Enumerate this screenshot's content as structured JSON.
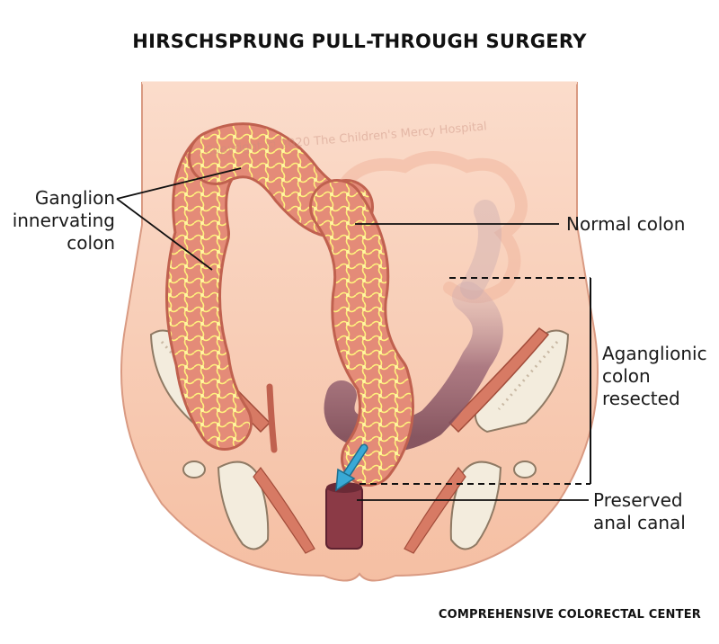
{
  "title": "HIRSCHSPRUNG PULL-THROUGH SURGERY",
  "watermark": "Copyright © 2020 The Children's Mercy Hospital",
  "labels": {
    "ganglion": [
      "Ganglion",
      "innervating",
      "colon"
    ],
    "normal_colon": "Normal colon",
    "aganglionic": [
      "Aganglionic",
      "colon",
      "resected"
    ],
    "preserved": [
      "Preserved",
      "anal canal"
    ]
  },
  "footer": "COMPREHENSIVE COLORECTAL CENTER",
  "colors": {
    "skin": "#f7c7ac",
    "skin_outline": "#d99a82",
    "colon": "#e8917f",
    "colon_outline": "#c0614f",
    "nerve": "#fff07a",
    "resected_colon": "#a56a7a",
    "anal_canal": "#8b3a46",
    "arrow": "#39a9d6",
    "bone": "#f3ecdd"
  }
}
